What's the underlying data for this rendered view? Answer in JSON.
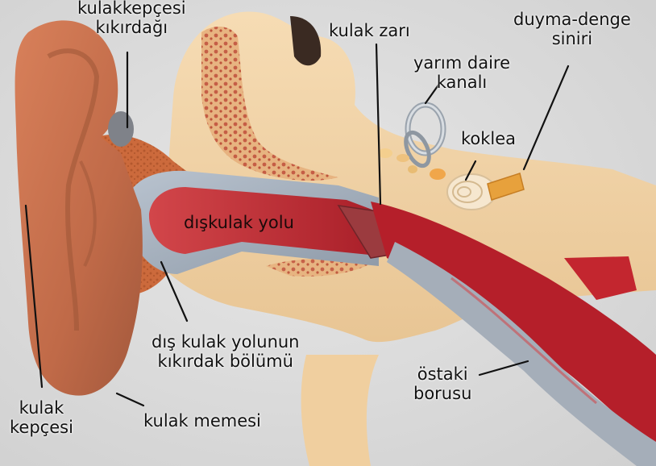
{
  "labels": {
    "auricle_cartilage": [
      "kulakkepçesi",
      "kıkırdağı"
    ],
    "eardrum": "kulak zarı",
    "nerve": [
      "duyma-denge",
      "siniri"
    ],
    "semicircular_canal": [
      "yarım daire",
      "kanalı"
    ],
    "cochlea": "koklea",
    "ear_canal": "dışkulak yolu",
    "canal_cartilage": [
      "dış kulak yolunun",
      "kıkırdak bölümü"
    ],
    "eustachian_tube": [
      "östaki",
      "borusu"
    ],
    "pinna": [
      "kulak",
      "kepçesi"
    ],
    "earlobe": "kulak memesi"
  },
  "colors": {
    "background": "#dcdcdc",
    "pinna": "#c06a48",
    "bone": "#f2d3a6",
    "canal": "#c42a32",
    "cartilage": "#b3bcc6",
    "muscle": "#b51f2a",
    "leader": "#111111"
  }
}
